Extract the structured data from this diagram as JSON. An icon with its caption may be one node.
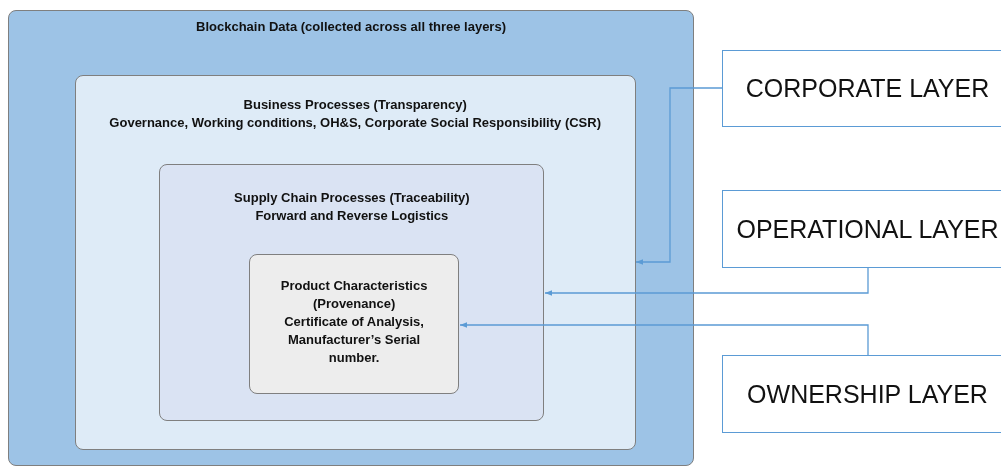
{
  "diagram": {
    "nodes": [
      {
        "text": [
          "Blockchain Data (collected across all three layers)"
        ]
      },
      {
        "text": [
          "Business Processes (Transparency)",
          "Governance, Working conditions, OH&S, Corporate Social Responsibility (CSR)"
        ],
        "in": 0
      },
      {
        "text": [
          "Supply Chain Processes (Traceability)",
          "Forward and Reverse Logistics"
        ],
        "in": 1
      },
      {
        "text": [
          "Product Characteristics (Provenance)",
          "Certificate of Analysis, Manufacturer’s Serial number."
        ],
        "in": 2
      },
      {
        "text": [
          "CORPORATE LAYER"
        ]
      },
      {
        "text": [
          "OPERATIONAL LAYER"
        ]
      },
      {
        "text": [
          "OWNERSHIP LAYER"
        ]
      }
    ],
    "edges": [
      {
        "from": 4,
        "to": 1,
        "arrow": "to"
      },
      {
        "from": 5,
        "to": 2,
        "arrow": "to"
      },
      {
        "from": 6,
        "to": 3,
        "arrow": "to"
      }
    ]
  }
}
